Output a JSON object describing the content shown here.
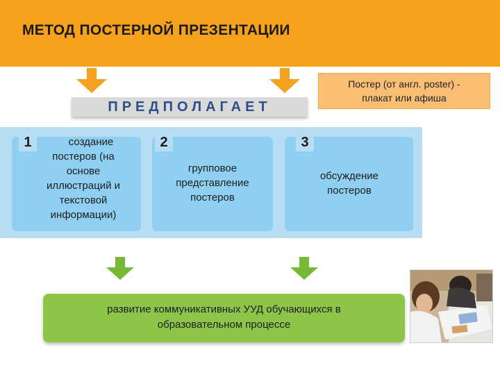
{
  "header": {
    "title": "МЕТОД  ПОСТЕРНОЙ ПРЕЗЕНТАЦИИ"
  },
  "definition": {
    "line1": "Постер (от англ. poster)  -",
    "line2": "плакат или афиша"
  },
  "predpolagaet": {
    "label": "ПРЕДПОЛАГАЕТ"
  },
  "steps": [
    {
      "num": "1",
      "lines": [
        "создание",
        "постеров (на",
        "основе",
        "иллюстраций и",
        "текстовой",
        "информации)"
      ]
    },
    {
      "num": "2",
      "lines": [
        "групповое",
        "представление",
        "постеров"
      ]
    },
    {
      "num": "3",
      "lines": [
        "обсуждение",
        "постеров"
      ]
    }
  ],
  "result": {
    "line1": "развитие коммуникативных  УУД обучающихся  в",
    "line2": "образовательном процессе"
  },
  "colors": {
    "header": "#f7a21d",
    "band": "#b6ddf3",
    "card": "#8fcff2",
    "green": "#8cc548"
  }
}
